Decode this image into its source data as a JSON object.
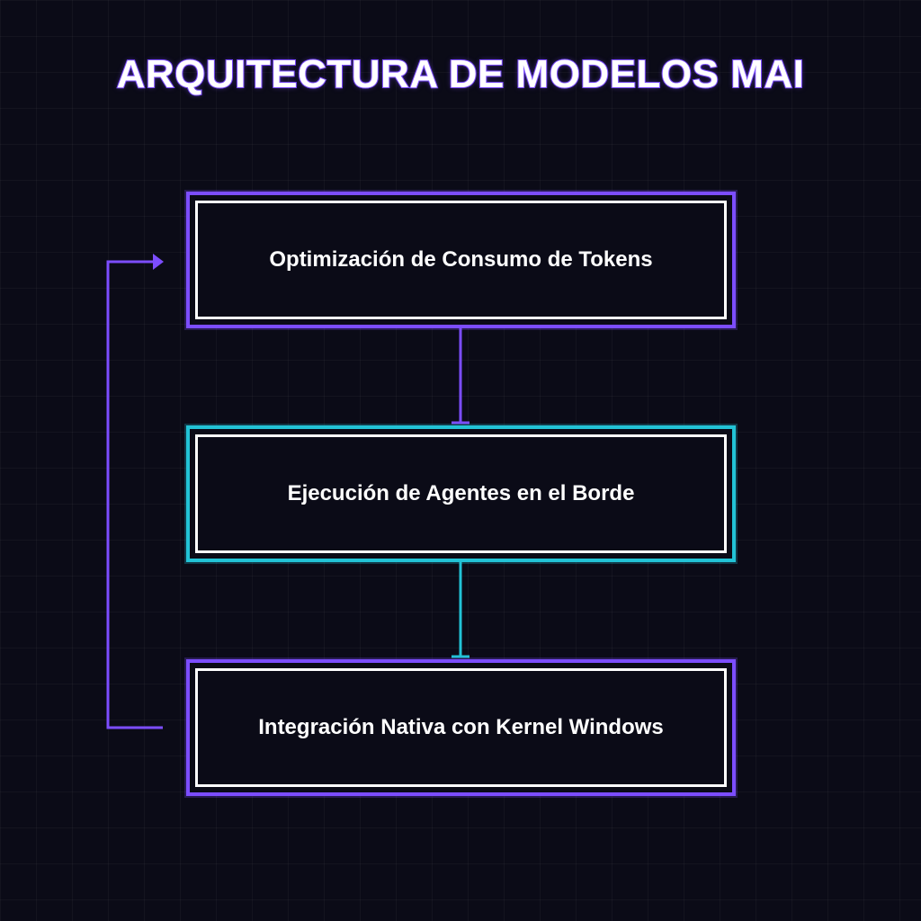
{
  "title": "ARQUITECTURA DE MODELOS MAI",
  "nodes": [
    {
      "label": "Optimización de Consumo de Tokens",
      "border_color": "#7c4dff"
    },
    {
      "label": "Ejecución de Agentes en el Borde",
      "border_color": "#22c3d6"
    },
    {
      "label": "Integración Nativa con Kernel Windows",
      "border_color": "#7c4dff"
    }
  ],
  "colors": {
    "background": "#0b0b17",
    "accent_purple": "#7c4dff",
    "accent_cyan": "#22c3d6",
    "text": "#ffffff"
  }
}
